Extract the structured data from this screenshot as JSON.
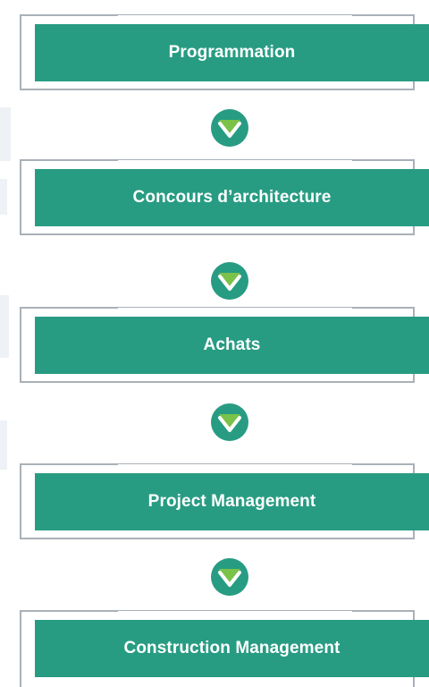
{
  "colors": {
    "box_fill": "#279c83",
    "frame_stroke": "#a9b1b8",
    "arrow_circle": "#279c83",
    "arrow_triangle": "#7bc24a",
    "label_text": "#ffffff"
  },
  "steps": [
    {
      "label": "Programmation"
    },
    {
      "label": "Concours d’architecture"
    },
    {
      "label": "Achats"
    },
    {
      "label": "Project Management"
    },
    {
      "label": "Construction Management"
    }
  ],
  "connector_icon": "chevron-down-circle-icon"
}
